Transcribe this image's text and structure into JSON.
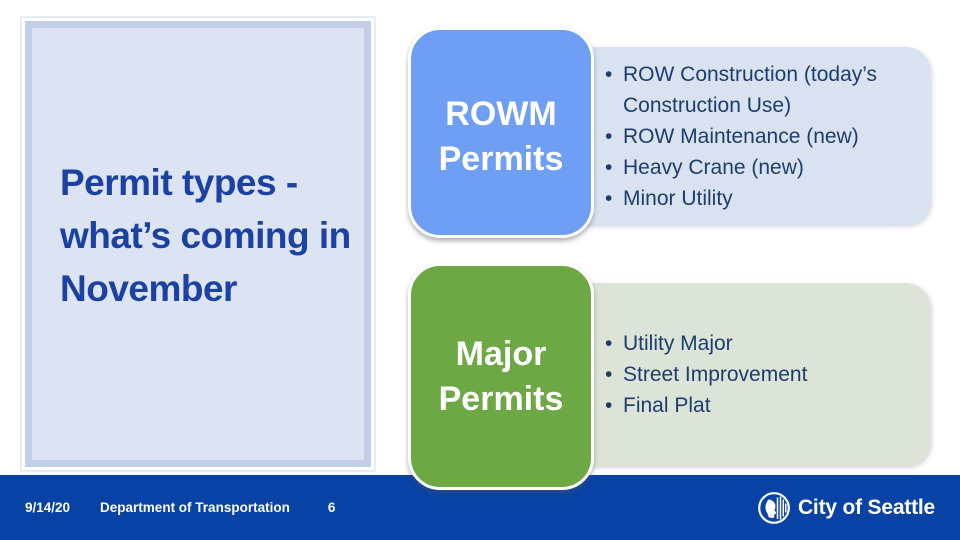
{
  "slide": {
    "title": "Permit types - what’s coming in November",
    "groups": [
      {
        "label": "ROWM Permits",
        "items": [
          "ROW Construction (today’s Construction Use)",
          "ROW Maintenance (new)",
          "Heavy Crane (new)",
          "Minor Utility"
        ]
      },
      {
        "label": "Major Permits",
        "items": [
          "Utility Major",
          "Street Improvement",
          "Final Plat"
        ]
      }
    ],
    "footer": {
      "date": "9/14/20",
      "department": "Department of Transportation",
      "page": "6",
      "logo_text": "City of Seattle"
    },
    "colors": {
      "rowm_box": "#6e9ff5",
      "major_box": "#6da845",
      "rowm_list_bg": "#d9e2f1",
      "major_list_bg": "#dce4d8",
      "title_text": "#1b41a3",
      "bullet_text": "#1e3c6e",
      "footer_bg": "#0742a4",
      "panel_fill": "#dce3f2",
      "panel_border": "#c3cfe9"
    }
  }
}
